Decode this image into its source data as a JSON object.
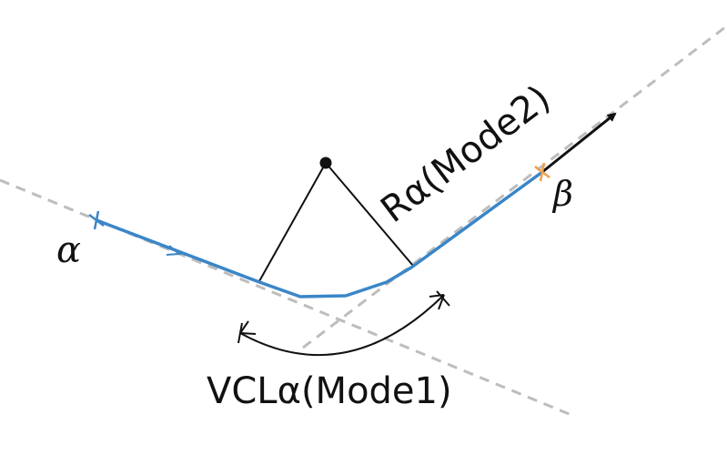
{
  "labels": {
    "start_point": "α",
    "end_point": "β",
    "radius": "Rα(Mode2)",
    "vcl": "VCLα(Mode1)"
  },
  "colors": {
    "path": "#3a86c8",
    "guide_line": "#bdbdbd",
    "start_marker": "#3a86c8",
    "end_marker": "#f0a04b",
    "ink": "#111111"
  },
  "icons": {
    "start_marker": "cross-icon",
    "end_marker": "cross-icon",
    "direction_arrow": "arrow-right-icon",
    "center_point": "dot-icon"
  }
}
